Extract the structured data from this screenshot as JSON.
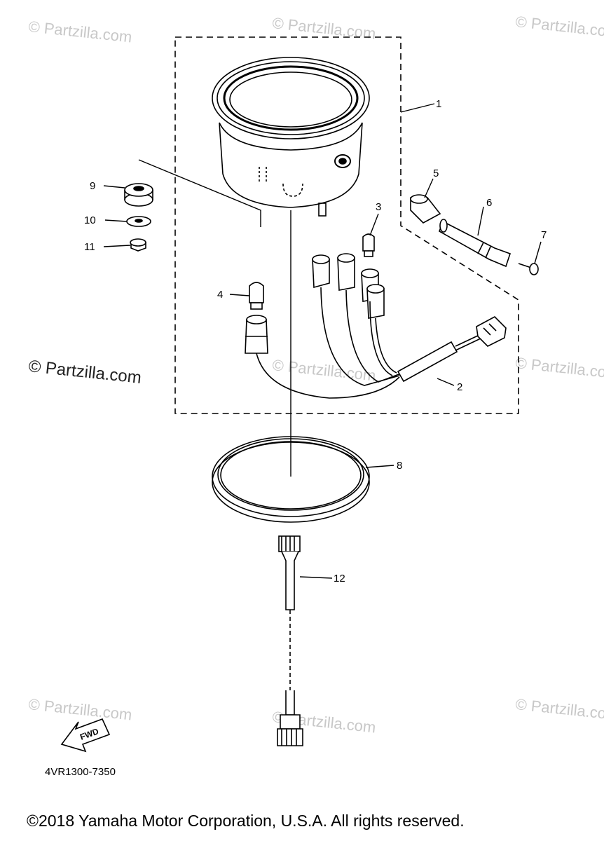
{
  "watermark": {
    "text": "© Partzilla.com"
  },
  "callouts": {
    "c1": "1",
    "c2": "2",
    "c3": "3",
    "c4": "4",
    "c5": "5",
    "c6": "6",
    "c7": "7",
    "c8": "8",
    "c9": "9",
    "c10": "10",
    "c11": "11",
    "c12": "12"
  },
  "fwd_label": "FWD",
  "diagram_ref": "4VR1300-7350",
  "copyright": "©2018 Yamaha Motor Corporation, U.S.A. All rights reserved."
}
